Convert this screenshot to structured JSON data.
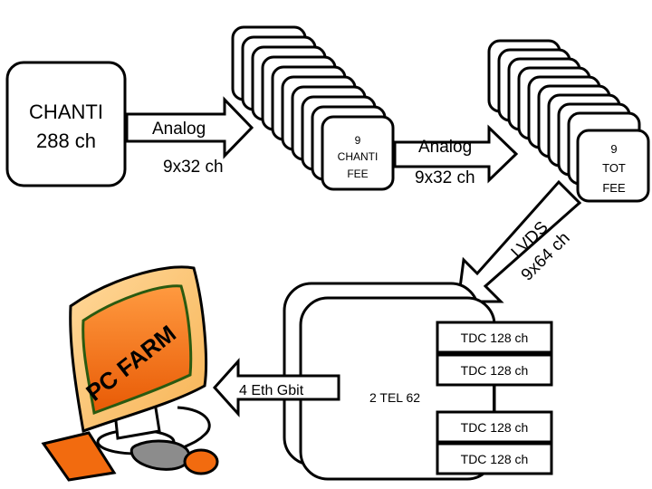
{
  "source": {
    "line1": "CHANTI",
    "line2": "288 ch"
  },
  "link1": {
    "label": "Analog",
    "channels": "9x32 ch"
  },
  "chanti_fee": {
    "line1": "9",
    "line2": "CHANTI",
    "line3": "FEE"
  },
  "link2": {
    "label": "Analog",
    "channels": "9x32 ch"
  },
  "tot_fee": {
    "line1": "9",
    "line2": "TOT",
    "line3": "FEE"
  },
  "link3": {
    "label": "LVDS",
    "channels": "9x64 ch"
  },
  "tel62": {
    "label": "2 TEL 62"
  },
  "tdc_boards": [
    {
      "label": "TDC 128 ch"
    },
    {
      "label": "TDC 128 ch"
    },
    {
      "label": "TDC 128 ch"
    },
    {
      "label": "TDC 128 ch"
    }
  ],
  "link4": {
    "label": "4 Eth Gbit"
  },
  "farm": {
    "label": "PC FARM"
  },
  "colors": {
    "accent": "#f26b0f",
    "stroke": "#000000",
    "fill": "#ffffff",
    "shadow": "#8c8c8c"
  }
}
